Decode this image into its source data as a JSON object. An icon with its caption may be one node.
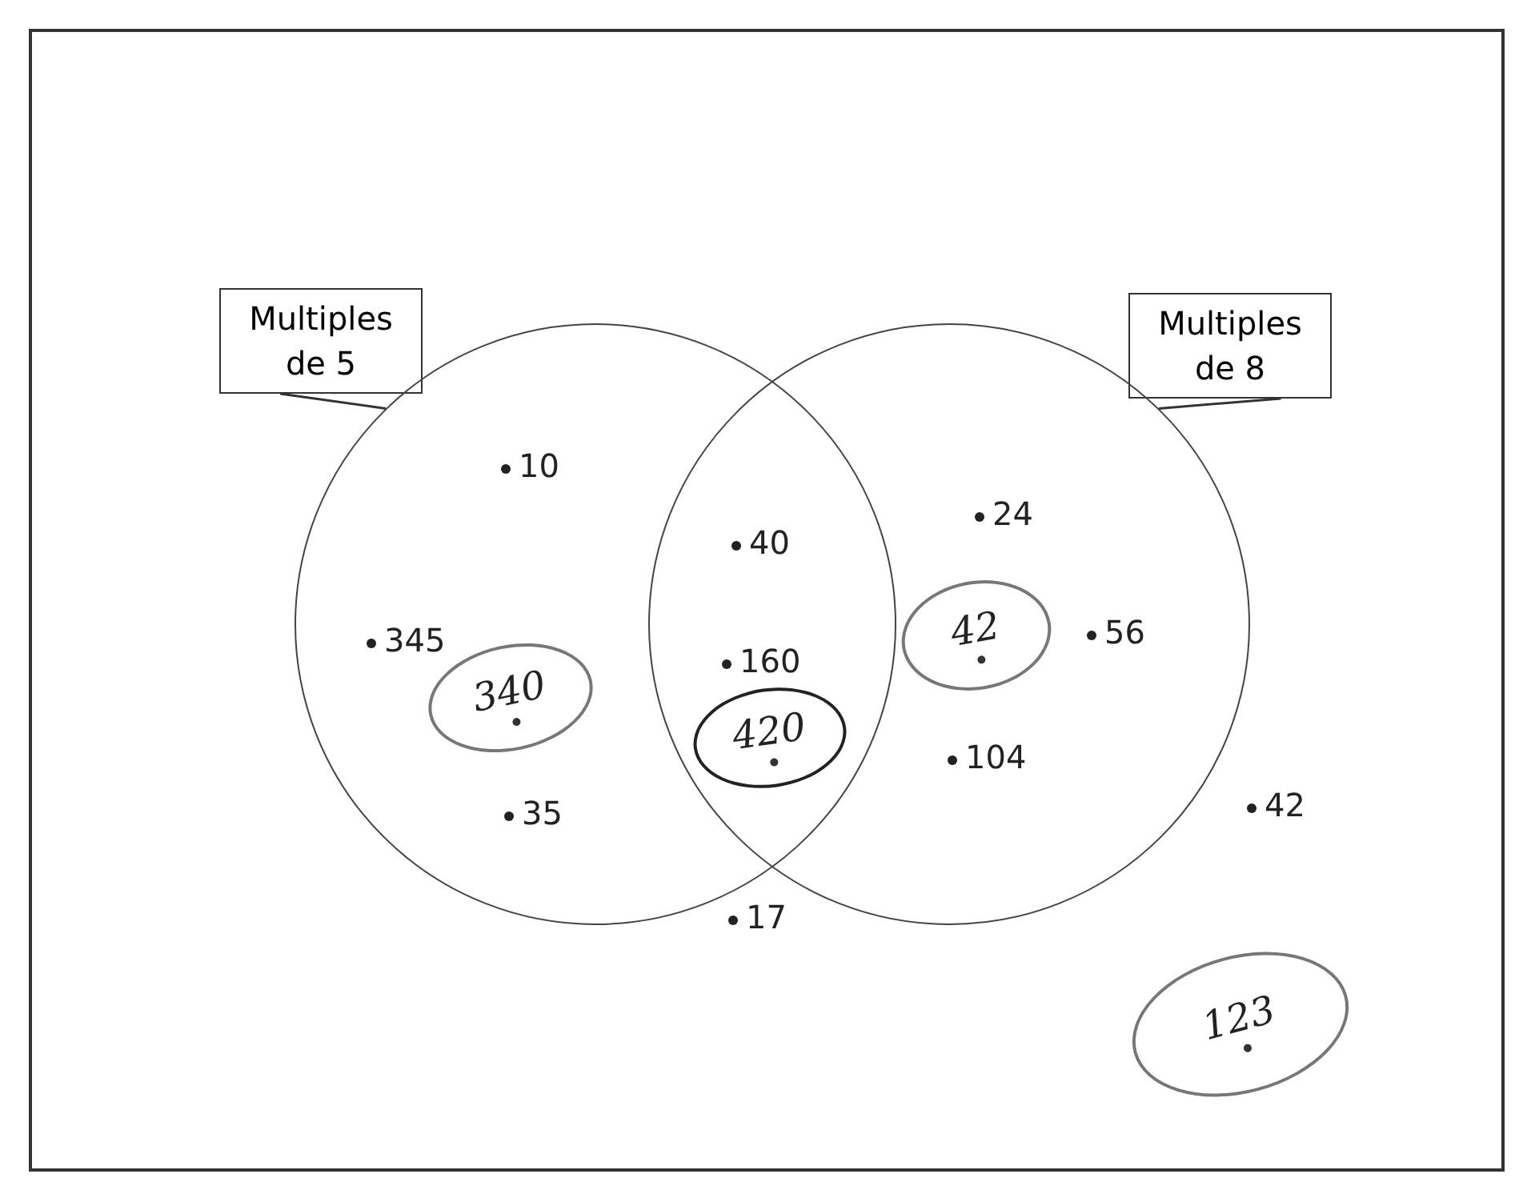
{
  "diagram": {
    "nodes": [
      {
        "text": [
          "Multiples de 5"
        ]
      },
      {
        "text": [
          "Multiples de 8"
        ]
      },
      {
        "text": [],
        "shape": "circle"
      },
      {
        "text": [],
        "shape": "circle"
      },
      {
        "text": [
          "42"
        ],
        "in": 3
      },
      {
        "text": [
          "340"
        ],
        "in": 2
      },
      {
        "text": [
          "420"
        ]
      },
      {
        "text": [
          "123"
        ]
      }
    ],
    "edges": [
      {
        "from": 0,
        "to": 2,
        "arrow": "none"
      },
      {
        "from": 1,
        "to": 3,
        "arrow": "none"
      }
    ],
    "labels": [
      "10",
      "24",
      "40",
      "56",
      "345",
      "160",
      "104",
      "42",
      "35",
      "17"
    ]
  }
}
